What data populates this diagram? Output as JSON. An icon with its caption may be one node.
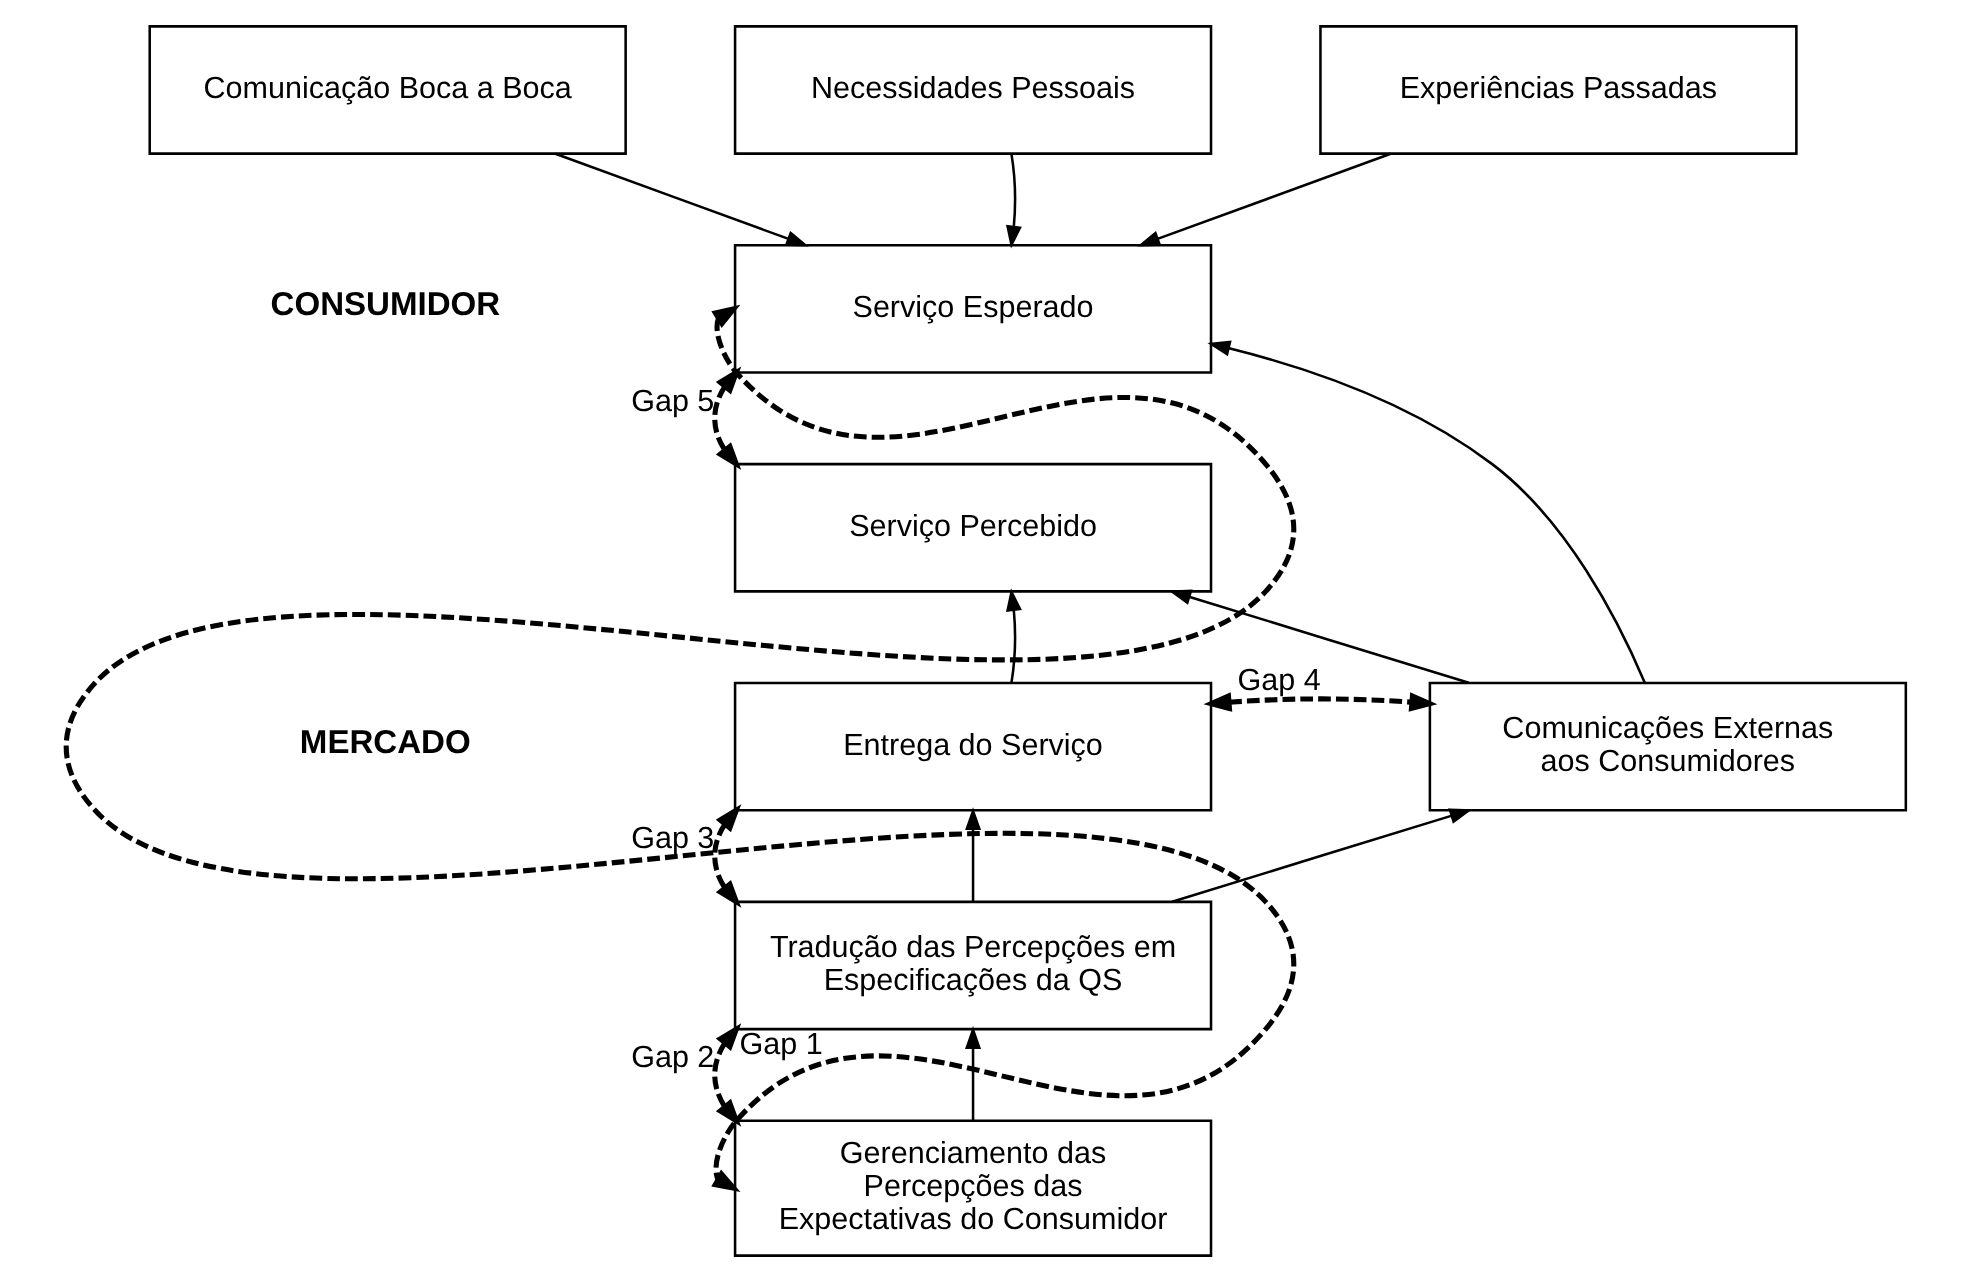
{
  "diagram": {
    "nodes": [
      {
        "text": [
          "Comunicação Boca a Boca"
        ]
      },
      {
        "text": [
          "Necessidades Pessoais"
        ]
      },
      {
        "text": [
          "Experiências Passadas"
        ]
      },
      {
        "text": [
          "Serviço Esperado"
        ]
      },
      {
        "text": [
          "Serviço Percebido"
        ]
      },
      {
        "text": [
          "Entrega do Serviço"
        ]
      },
      {
        "text": [
          "Comunicações Externas aos Consumidores"
        ]
      },
      {
        "text": [
          "Tradução das Percepções em Especificações da QS"
        ]
      },
      {
        "text": [
          "Gerenciamento das Percepções das Expectativas do Consumidor"
        ]
      }
    ],
    "edges": [
      {
        "from": 0,
        "to": 3,
        "arrow": "to"
      },
      {
        "from": 1,
        "to": 3,
        "arrow": "to"
      },
      {
        "from": 2,
        "to": 3,
        "arrow": "to"
      },
      {
        "from": 6,
        "to": 3,
        "arrow": "to"
      },
      {
        "from": 6,
        "to": 4,
        "arrow": "to"
      },
      {
        "from": 5,
        "to": 4,
        "arrow": "to"
      },
      {
        "from": 7,
        "to": 5,
        "arrow": "to"
      },
      {
        "from": 8,
        "to": 7,
        "arrow": "to"
      },
      {
        "from": 7,
        "to": 6,
        "arrow": "to"
      },
      {
        "from": 3,
        "to": 8,
        "arrow": "both",
        "label": "Gap 1",
        "style": "dashed"
      },
      {
        "from": 3,
        "to": 4,
        "arrow": "both",
        "label": "Gap 5",
        "style": "dashed"
      },
      {
        "from": 5,
        "to": 7,
        "arrow": "both",
        "label": "Gap 3",
        "style": "dashed"
      },
      {
        "from": 7,
        "to": 8,
        "arrow": "both",
        "label": "Gap 2",
        "style": "dashed"
      },
      {
        "from": 5,
        "to": 6,
        "arrow": "both",
        "label": "Gap 4",
        "style": "dashed"
      }
    ],
    "labels": [
      "CONSUMIDOR",
      "MERCADO"
    ]
  }
}
